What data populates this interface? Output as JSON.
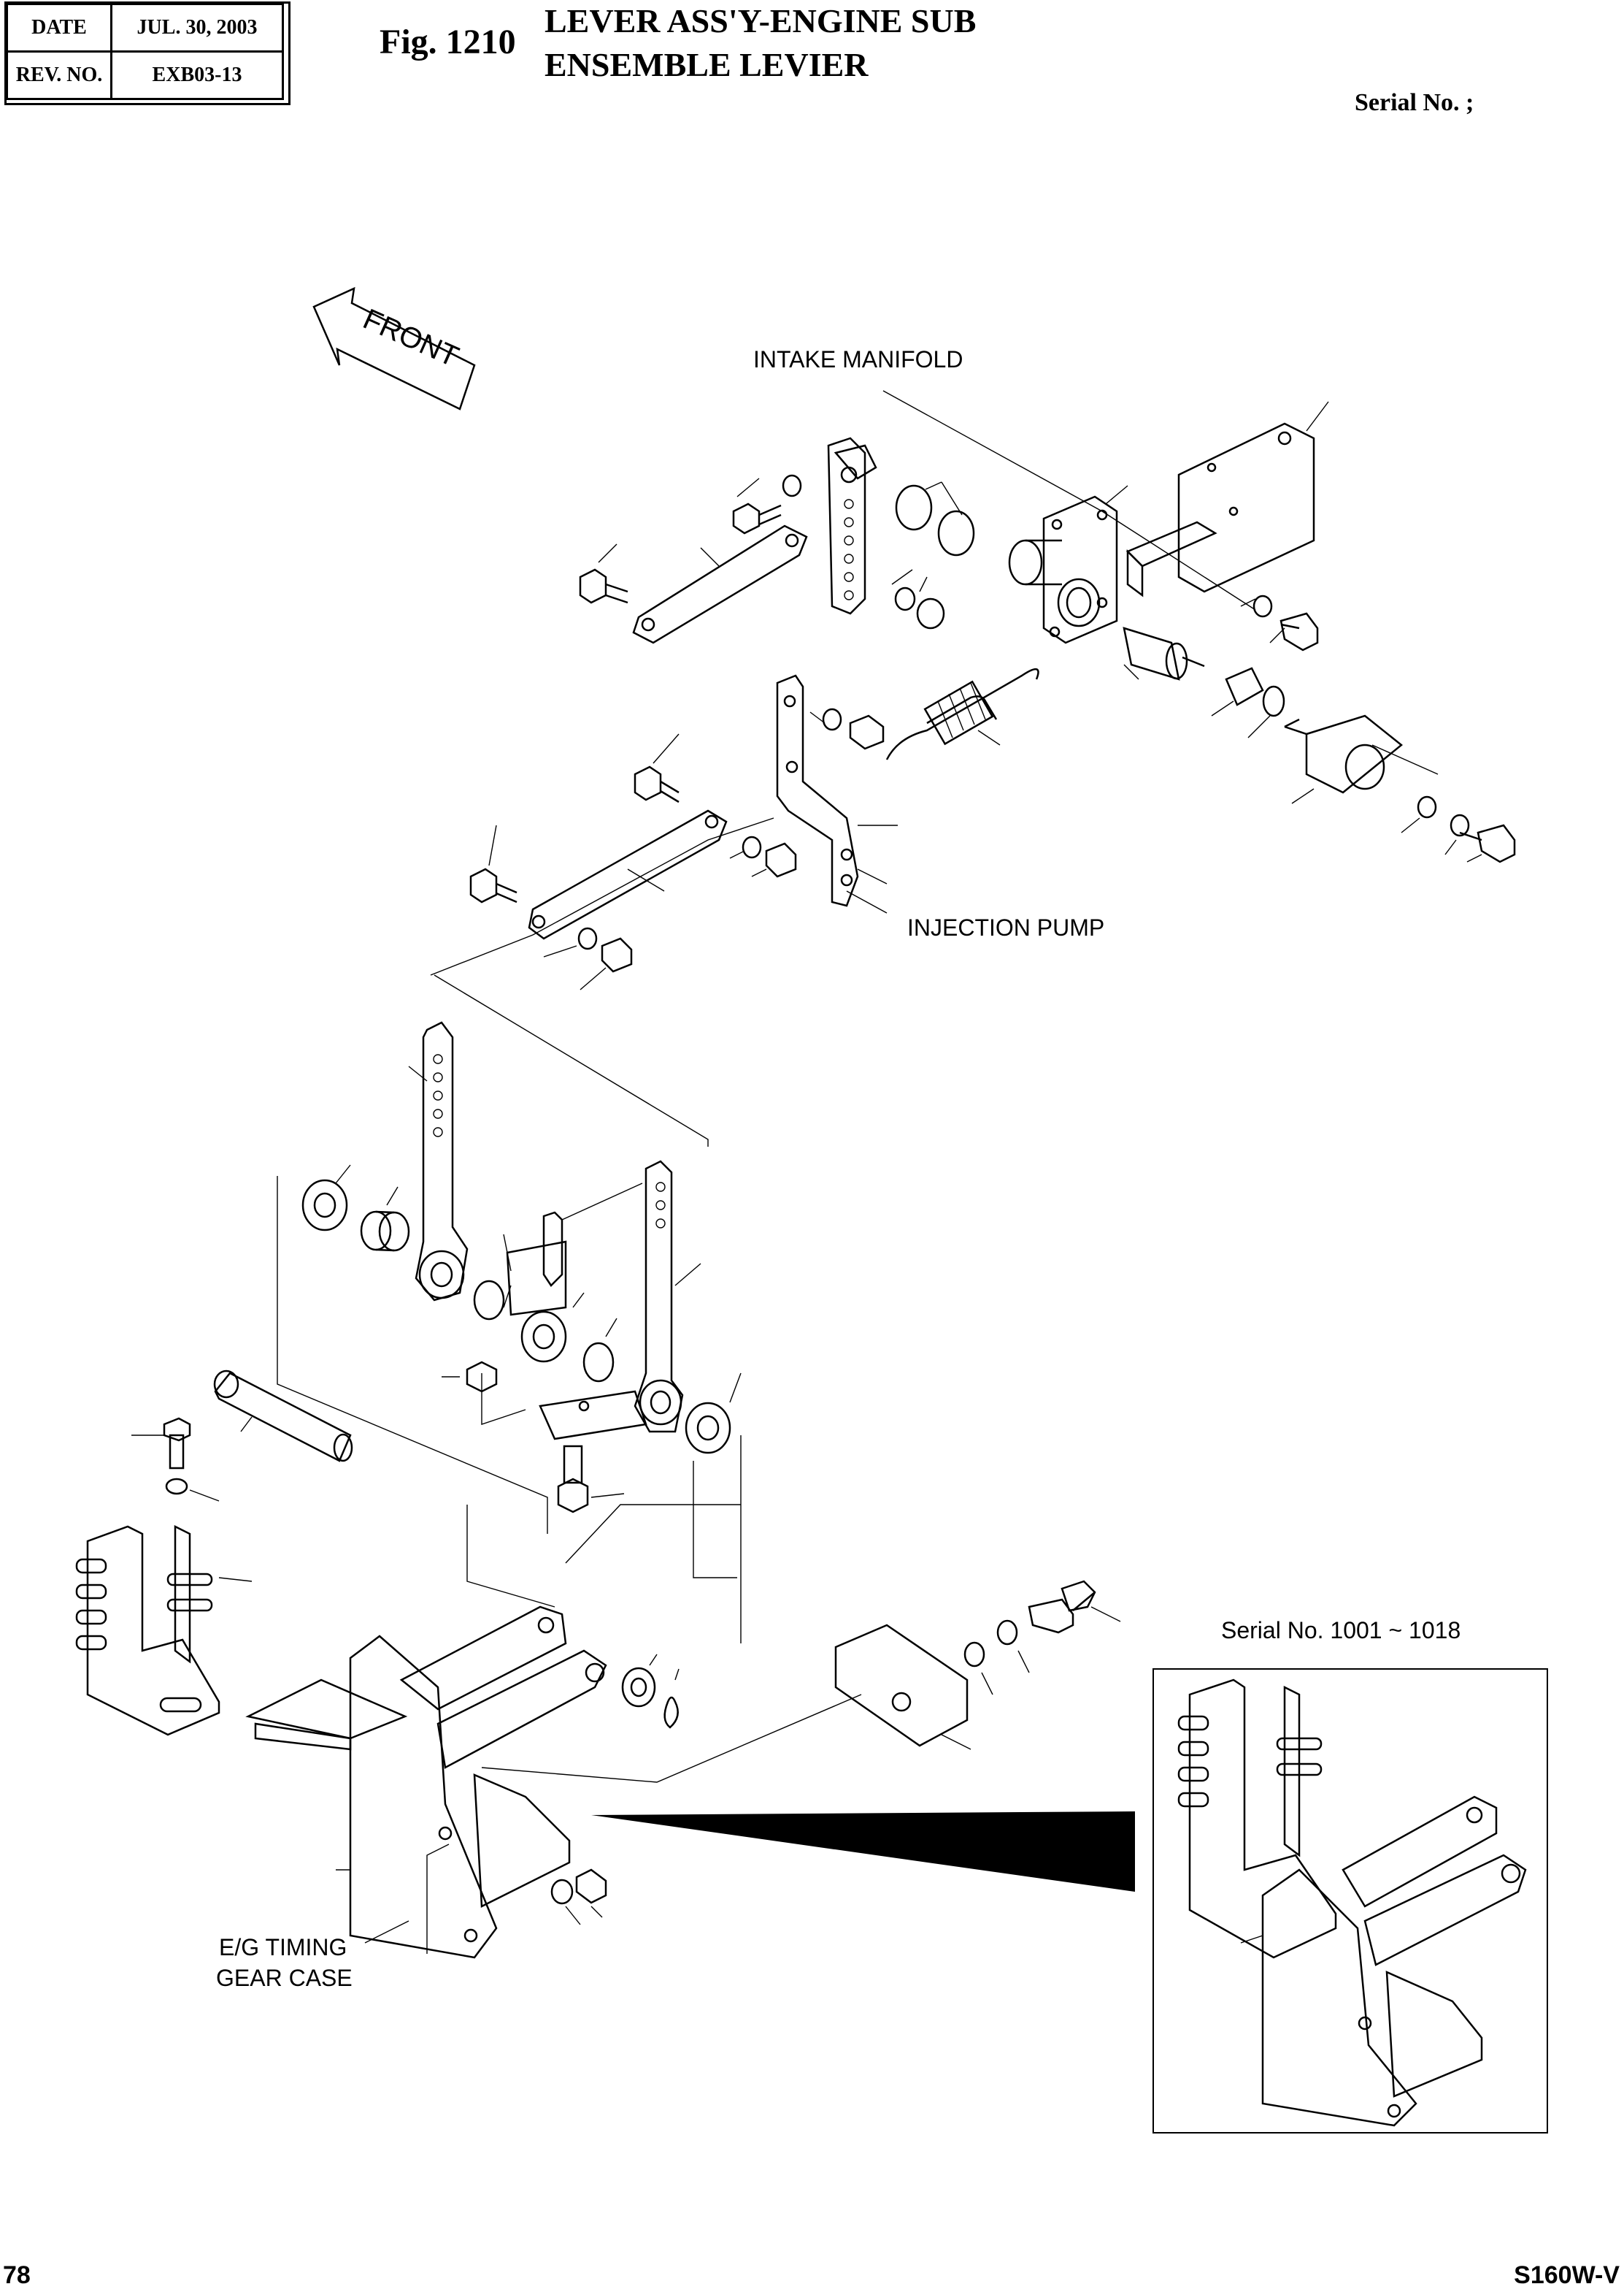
{
  "header": {
    "date_label": "DATE",
    "date_value": "JUL. 30, 2003",
    "rev_label": "REV. NO.",
    "rev_value": "EXB03-13"
  },
  "figure": {
    "number": "Fig. 1210",
    "title_line1": "LEVER ASS'Y-ENGINE SUB",
    "title_line2": "ENSEMBLE LEVIER"
  },
  "serial_label": "Serial No. ;",
  "labels": {
    "front": "FRONT",
    "intake_manifold": "INTAKE MANIFOLD",
    "injection_pump": "INJECTION PUMP",
    "timing_line1": "E/G TIMING",
    "timing_line2": "GEAR CASE",
    "inset_serial": "Serial No. 1001 ~ 1018"
  },
  "footer": {
    "page_number": "78",
    "model": "S160W-V"
  }
}
